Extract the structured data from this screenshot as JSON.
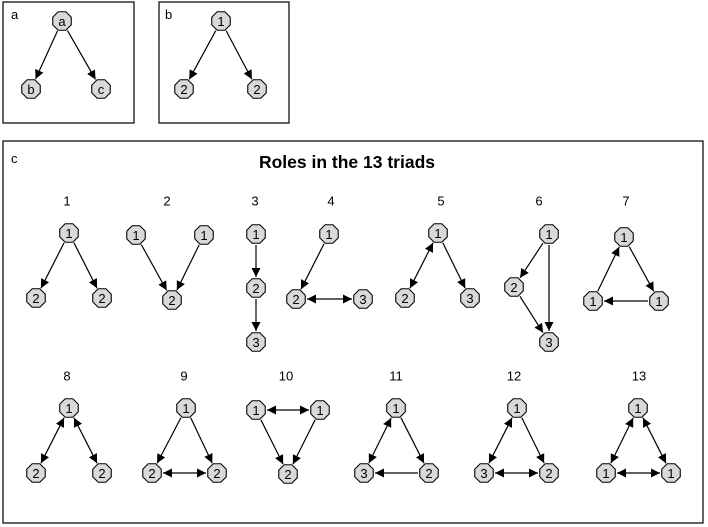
{
  "panels": {
    "a": {
      "label": "a"
    },
    "b": {
      "label": "b"
    },
    "c": {
      "label": "c",
      "title": "Roles in the 13 triads"
    }
  },
  "panel_a": {
    "nodes": [
      {
        "label": "a"
      },
      {
        "label": "b"
      },
      {
        "label": "c"
      }
    ],
    "edges": [
      {
        "from": 0,
        "to": 1,
        "type": "single"
      },
      {
        "from": 0,
        "to": 2,
        "type": "single"
      }
    ]
  },
  "panel_b": {
    "nodes": [
      {
        "label": "1"
      },
      {
        "label": "2"
      },
      {
        "label": "2"
      }
    ],
    "edges": [
      {
        "from": 0,
        "to": 1,
        "type": "single"
      },
      {
        "from": 0,
        "to": 2,
        "type": "single"
      }
    ]
  },
  "triads": [
    {
      "number": "1",
      "nodes": [
        "1",
        "2",
        "2"
      ],
      "edges": [
        {
          "from": 0,
          "to": 1,
          "type": "single"
        },
        {
          "from": 0,
          "to": 2,
          "type": "single"
        }
      ]
    },
    {
      "number": "2",
      "nodes": [
        "1",
        "1",
        "2"
      ],
      "edges": [
        {
          "from": 0,
          "to": 2,
          "type": "single"
        },
        {
          "from": 1,
          "to": 2,
          "type": "single"
        }
      ]
    },
    {
      "number": "3",
      "nodes": [
        "1",
        "2",
        "3"
      ],
      "edges": [
        {
          "from": 0,
          "to": 1,
          "type": "single"
        },
        {
          "from": 1,
          "to": 2,
          "type": "single"
        }
      ]
    },
    {
      "number": "4",
      "nodes": [
        "1",
        "2",
        "3"
      ],
      "edges": [
        {
          "from": 0,
          "to": 1,
          "type": "single"
        },
        {
          "from": 1,
          "to": 2,
          "type": "double"
        }
      ]
    },
    {
      "number": "5",
      "nodes": [
        "1",
        "2",
        "3"
      ],
      "edges": [
        {
          "from": 0,
          "to": 1,
          "type": "double"
        },
        {
          "from": 0,
          "to": 2,
          "type": "single"
        }
      ]
    },
    {
      "number": "6",
      "nodes": [
        "1",
        "2",
        "3"
      ],
      "edges": [
        {
          "from": 0,
          "to": 1,
          "type": "single"
        },
        {
          "from": 0,
          "to": 2,
          "type": "single"
        },
        {
          "from": 1,
          "to": 2,
          "type": "single"
        }
      ]
    },
    {
      "number": "7",
      "nodes": [
        "1",
        "1",
        "1"
      ],
      "edges": [
        {
          "from": 0,
          "to": 2,
          "type": "single"
        },
        {
          "from": 2,
          "to": 1,
          "type": "single"
        },
        {
          "from": 1,
          "to": 0,
          "type": "single"
        }
      ]
    },
    {
      "number": "8",
      "nodes": [
        "1",
        "2",
        "2"
      ],
      "edges": [
        {
          "from": 0,
          "to": 1,
          "type": "double"
        },
        {
          "from": 0,
          "to": 2,
          "type": "double"
        }
      ]
    },
    {
      "number": "9",
      "nodes": [
        "1",
        "2",
        "2"
      ],
      "edges": [
        {
          "from": 0,
          "to": 1,
          "type": "single"
        },
        {
          "from": 0,
          "to": 2,
          "type": "single"
        },
        {
          "from": 1,
          "to": 2,
          "type": "double"
        }
      ]
    },
    {
      "number": "10",
      "nodes": [
        "1",
        "1",
        "2"
      ],
      "edges": [
        {
          "from": 0,
          "to": 1,
          "type": "double"
        },
        {
          "from": 0,
          "to": 2,
          "type": "single"
        },
        {
          "from": 1,
          "to": 2,
          "type": "single"
        }
      ]
    },
    {
      "number": "11",
      "nodes": [
        "1",
        "3",
        "2"
      ],
      "edges": [
        {
          "from": 0,
          "to": 1,
          "type": "double"
        },
        {
          "from": 0,
          "to": 2,
          "type": "single"
        },
        {
          "from": 2,
          "to": 1,
          "type": "single"
        }
      ]
    },
    {
      "number": "12",
      "nodes": [
        "1",
        "3",
        "2"
      ],
      "edges": [
        {
          "from": 0,
          "to": 1,
          "type": "double"
        },
        {
          "from": 0,
          "to": 2,
          "type": "single"
        },
        {
          "from": 1,
          "to": 2,
          "type": "double"
        }
      ]
    },
    {
      "number": "13",
      "nodes": [
        "1",
        "1",
        "1"
      ],
      "edges": [
        {
          "from": 0,
          "to": 1,
          "type": "double"
        },
        {
          "from": 0,
          "to": 2,
          "type": "double"
        },
        {
          "from": 1,
          "to": 2,
          "type": "double"
        }
      ]
    }
  ]
}
